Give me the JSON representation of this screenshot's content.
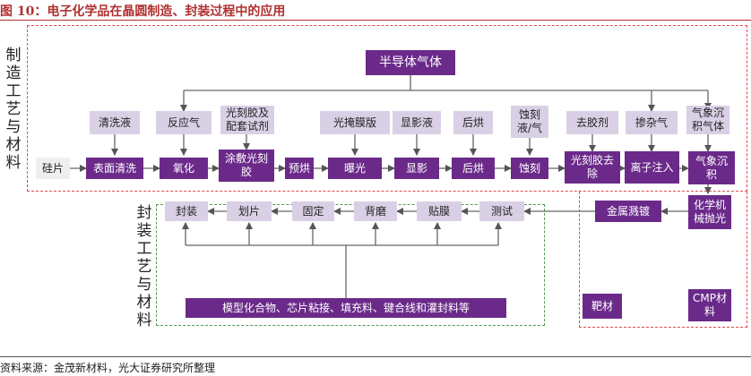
{
  "figure_title": "图 10：电子化学品在晶圆制造、封装过程中的应用",
  "source": "资料来源：金茂新材料，光大证券研究所整理",
  "groups": {
    "manufacturing_label": "制造工艺与材料",
    "packaging_label": "封装工艺与材料"
  },
  "top_node": "半导体气体",
  "input_node": "硅片",
  "process_steps": [
    "表面清洗",
    "氧化",
    "涂敷光刻胶",
    "预烘",
    "曝光",
    "显影",
    "后烘",
    "蚀刻",
    "光刻胶去除",
    "离子注入",
    "气象沉积",
    "化学机械抛光",
    "金属溅镀"
  ],
  "materials": [
    "清洗液",
    "反应气",
    "光刻胶及配套试剂",
    "光掩膜版",
    "显影液",
    "后烘",
    "蚀刻液/气",
    "去胶剂",
    "掺杂气",
    "气象沉积气体"
  ],
  "packaging_steps": [
    "测试",
    "贴膜",
    "背磨",
    "固定",
    "划片",
    "封装"
  ],
  "packaging_materials": "模型化合物、芯片粘接、填充料、键合线和灌封料等",
  "extra_materials": [
    "靶材",
    "CMP材料"
  ],
  "colors": {
    "dark": "#6b2a8a",
    "light": "#d9d0e6",
    "title": "#b03030",
    "red_dash": "#e04a4a",
    "green_dash": "#4f9a55"
  }
}
